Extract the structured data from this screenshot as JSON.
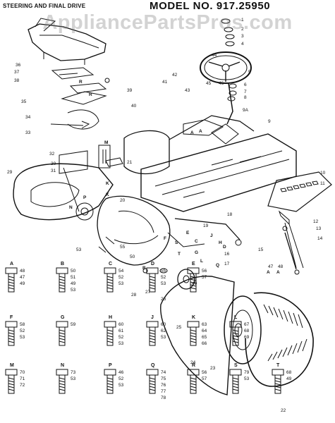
{
  "header": {
    "section_title": "STEERING AND FINAL DRIVE",
    "model_title": "MODEL NO. 917.25950"
  },
  "watermark": "AppliancePartsPros.com",
  "diagram": {
    "callouts": [
      "1",
      "2",
      "3",
      "4",
      "5",
      "6",
      "7",
      "8",
      "9",
      "9A",
      "10",
      "11",
      "12",
      "13",
      "14",
      "15",
      "16",
      "17",
      "18",
      "19",
      "20",
      "21",
      "22",
      "23",
      "24",
      "25",
      "26",
      "27",
      "28",
      "29",
      "30",
      "31",
      "32",
      "33",
      "34",
      "35",
      "36",
      "37",
      "38",
      "39",
      "40",
      "41",
      "42",
      "43",
      "44",
      "45",
      "46",
      "47",
      "48",
      "49",
      "50",
      "53",
      "55"
    ],
    "detail_letters": [
      "R",
      "R",
      "M",
      "N",
      "P",
      "K",
      "K",
      "B",
      "E",
      "D",
      "H",
      "G",
      "A",
      "A",
      "A",
      "A",
      "Q",
      "J",
      "C",
      "F",
      "S",
      "T",
      "L"
    ],
    "hardware_boxes": [
      {
        "letter": "A",
        "nums": [
          "48",
          "47",
          "49"
        ]
      },
      {
        "letter": "B",
        "nums": [
          "50",
          "51",
          "49",
          "53"
        ]
      },
      {
        "letter": "C",
        "nums": [
          "54",
          "52",
          "53"
        ]
      },
      {
        "letter": "D",
        "nums": [
          "55",
          "52",
          "53"
        ]
      },
      {
        "letter": "E",
        "nums": [
          "56",
          "57"
        ]
      },
      {
        "letter": "F",
        "nums": [
          "58",
          "52",
          "53"
        ]
      },
      {
        "letter": "G",
        "nums": [
          "59"
        ]
      },
      {
        "letter": "H",
        "nums": [
          "60",
          "61",
          "52",
          "53"
        ]
      },
      {
        "letter": "J",
        "nums": [
          "60",
          "62",
          "53"
        ]
      },
      {
        "letter": "K",
        "nums": [
          "63",
          "64",
          "65",
          "66"
        ]
      },
      {
        "letter": "L",
        "nums": [
          "67",
          "68",
          "69"
        ]
      },
      {
        "letter": "M",
        "nums": [
          "70",
          "71",
          "72"
        ]
      },
      {
        "letter": "N",
        "nums": [
          "73",
          "53"
        ]
      },
      {
        "letter": "P",
        "nums": [
          "46",
          "52",
          "53"
        ]
      },
      {
        "letter": "Q",
        "nums": [
          "74",
          "75",
          "76",
          "77",
          "78"
        ]
      },
      {
        "letter": "R",
        "nums": [
          "56",
          "57"
        ]
      },
      {
        "letter": "S",
        "nums": [
          "79",
          "53"
        ]
      },
      {
        "letter": "T",
        "nums": [
          "68",
          "49"
        ]
      }
    ]
  }
}
